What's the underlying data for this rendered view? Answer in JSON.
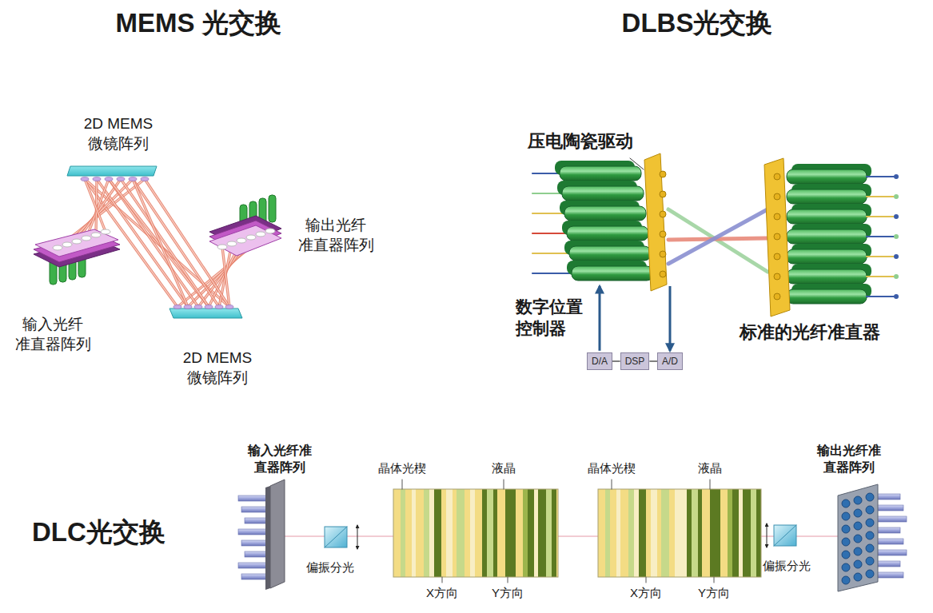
{
  "diagram": {
    "nodes": [
      {
        "text": [
          "D/A"
        ]
      },
      {
        "text": [
          "DSP"
        ]
      },
      {
        "text": [
          "A/D"
        ]
      }
    ],
    "edges": [
      {
        "from": 0,
        "to": 1,
        "arrow": "none"
      },
      {
        "from": 1,
        "to": 2,
        "arrow": "none"
      }
    ],
    "labels": [
      "MEMS 光交换",
      "DLBS光交换",
      "2D MEMS 微镜阵列",
      "输出光纤 准直器阵列",
      "输入光纤 准直器阵列",
      "2D MEMS 微镜阵列",
      "压电陶瓷驱动",
      "数字位置 控制器",
      "标准的光纤准直器",
      "DLC光交换",
      "输入光纤准 直器阵列",
      "偏振分光",
      "晶体光楔",
      "液晶",
      "X方向",
      "Y方向",
      "晶体光楔",
      "液晶",
      "X方向",
      "Y方向",
      "输出光纤准 直器阵列",
      "偏振分光"
    ]
  }
}
